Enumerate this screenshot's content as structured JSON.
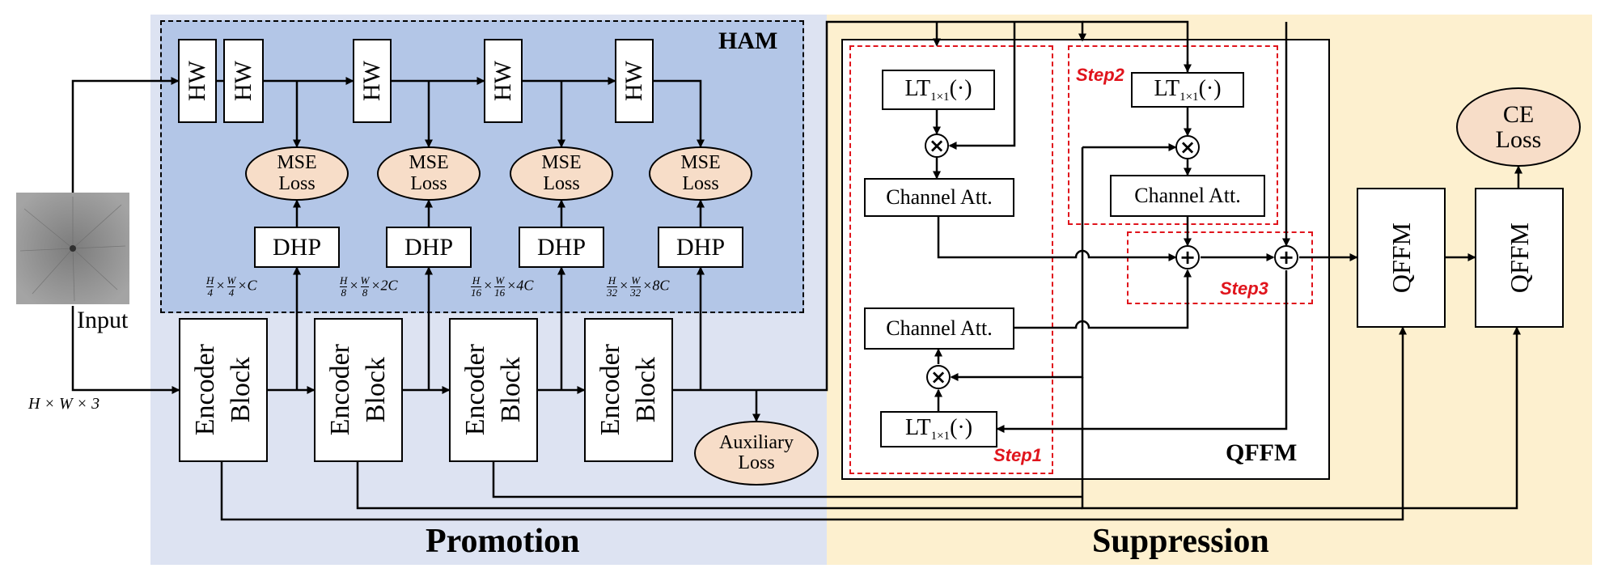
{
  "sections": {
    "promotion": "Promotion",
    "suppression": "Suppression"
  },
  "ham_title": "HAM",
  "qffm_title": "QFFM",
  "input": {
    "label": "Input",
    "shape": "H × W × 3"
  },
  "encoder": {
    "line1": "Encoder",
    "line2": "Block"
  },
  "hw_label": "HW",
  "dhp_label": "DHP",
  "mse": {
    "line1": "MSE",
    "line2": "Loss"
  },
  "aux": {
    "line1": "Auxiliary",
    "line2": "Loss"
  },
  "ce": {
    "line1": "CE",
    "line2": "Loss"
  },
  "channel_att": "Channel Att.",
  "lt": {
    "main": "LT",
    "sub": "1×1",
    "arg": "(·)"
  },
  "steps": {
    "s1": "Step1",
    "s2": "Step2",
    "s3": "Step3"
  },
  "qffm_block": "QFFM",
  "ops": {
    "mul": "×",
    "add": "+"
  },
  "dims": [
    {
      "hn": "H",
      "hd": "4",
      "wn": "W",
      "wd": "4",
      "c": "C"
    },
    {
      "hn": "H",
      "hd": "8",
      "wn": "W",
      "wd": "8",
      "c": "2C"
    },
    {
      "hn": "H",
      "hd": "16",
      "wn": "W",
      "wd": "16",
      "c": "4C"
    },
    {
      "hn": "H",
      "hd": "32",
      "wn": "W",
      "wd": "32",
      "c": "8C"
    }
  ],
  "colors": {
    "promotion_bg": "#dde3f2",
    "ham_bg": "#b3c6e7",
    "suppression_bg": "#fdf0cf",
    "loss_fill": "#f7ddc8",
    "step_red": "#e0141c"
  }
}
